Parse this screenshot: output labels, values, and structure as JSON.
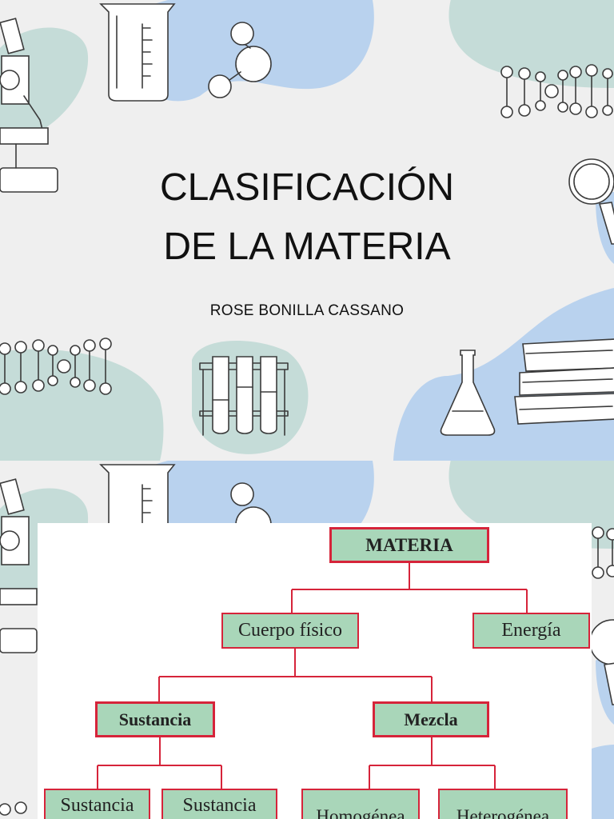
{
  "title": {
    "line1": "CLASIFICACIÓN",
    "line2": "DE LA MATERIA"
  },
  "author": "ROSE BONILLA CASSANO",
  "colors": {
    "background": "#efefef",
    "blue_blob": "#b9d2ee",
    "green_blob": "#c5dcd8",
    "node_fill": "#a9d6b9",
    "node_border": "#d6243a"
  },
  "diagram": {
    "root": "MATERIA",
    "level1": [
      "Cuerpo físico",
      "Energía"
    ],
    "level2": [
      "Sustancia",
      "Mezcla"
    ],
    "level3": [
      "Sustancia",
      "Sustancia",
      "Homogénea",
      "Heterogénea"
    ]
  }
}
